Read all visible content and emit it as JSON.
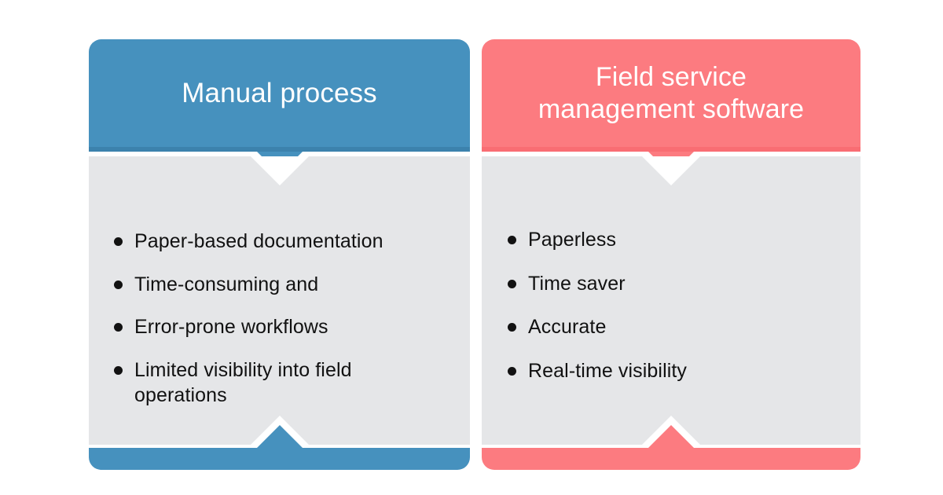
{
  "page": {
    "background_color": "#ffffff",
    "title": "Manual process vs Field service management software"
  },
  "theme": {
    "body_color": "#e5e6e8",
    "text_color": "#111111",
    "bullet_color": "#121212",
    "header_text_color": "#ffffff"
  },
  "columns": [
    {
      "id": "manual-process",
      "title": "Manual process",
      "accent_color": "#4691be",
      "accent_shade_color": "#3c82ad",
      "items": [
        "Paper-based documentation",
        "Time-consuming and",
        "Error-prone workflows",
        "Limited visibility into field\noperations"
      ]
    },
    {
      "id": "field-service-management-software",
      "title": "Field service\nmanagement software",
      "accent_color": "#fc7b80",
      "accent_shade_color": "#f96d73",
      "items": [
        "Paperless",
        "Time saver",
        "Accurate",
        "Real-time visibility"
      ]
    }
  ]
}
